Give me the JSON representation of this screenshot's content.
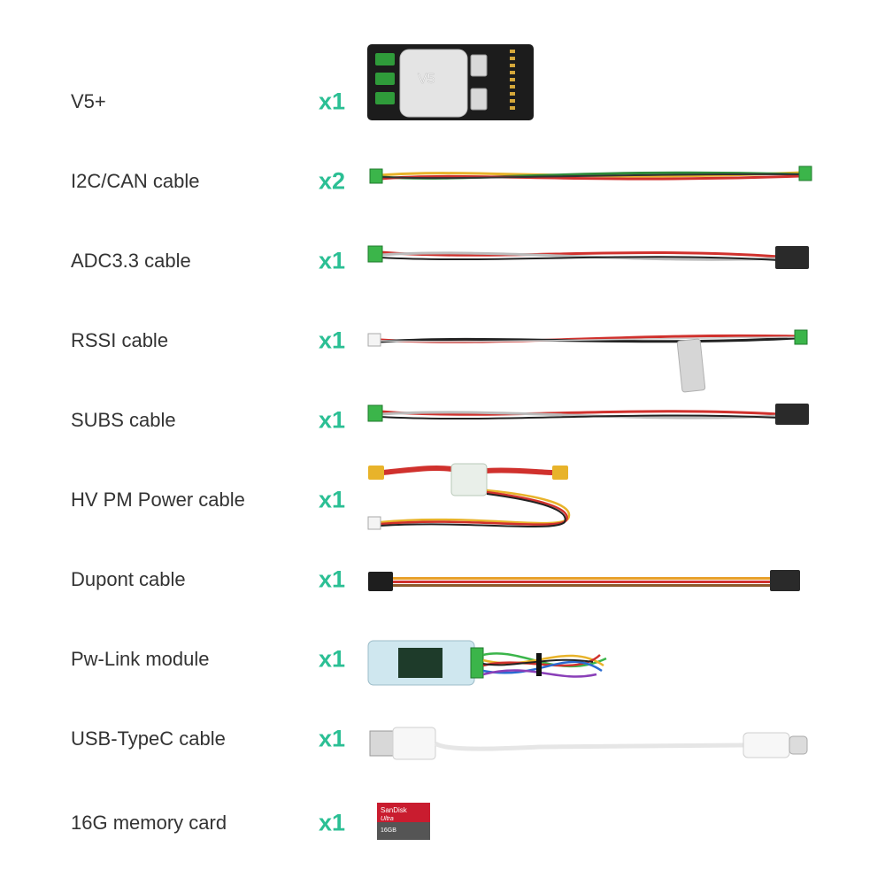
{
  "items": [
    {
      "name": "V5+",
      "qty": "x1",
      "icon": "flight-controller-image"
    },
    {
      "name": "I2C/CAN cable",
      "qty": "x2",
      "icon": "i2c-can-cable-image"
    },
    {
      "name": "ADC3.3 cable",
      "qty": "x1",
      "icon": "adc-cable-image"
    },
    {
      "name": "RSSI cable",
      "qty": "x1",
      "icon": "rssi-cable-image"
    },
    {
      "name": "SUBS cable",
      "qty": "x1",
      "icon": "subs-cable-image"
    },
    {
      "name": "HV PM Power cable",
      "qty": "x1",
      "icon": "power-module-image"
    },
    {
      "name": "Dupont cable",
      "qty": "x1",
      "icon": "dupont-cable-image"
    },
    {
      "name": "Pw-Link module",
      "qty": "x1",
      "icon": "pw-link-module-image"
    },
    {
      "name": "USB-TypeC cable",
      "qty": "x1",
      "icon": "usb-typec-cable-image"
    },
    {
      "name": "16G memory card",
      "qty": "x1",
      "icon": "memory-card-image"
    }
  ],
  "device_logo": "V5",
  "card_brand": "SanDisk",
  "card_line": "Ultra",
  "card_capacity": "16GB",
  "accent_color": "#2bbf94"
}
